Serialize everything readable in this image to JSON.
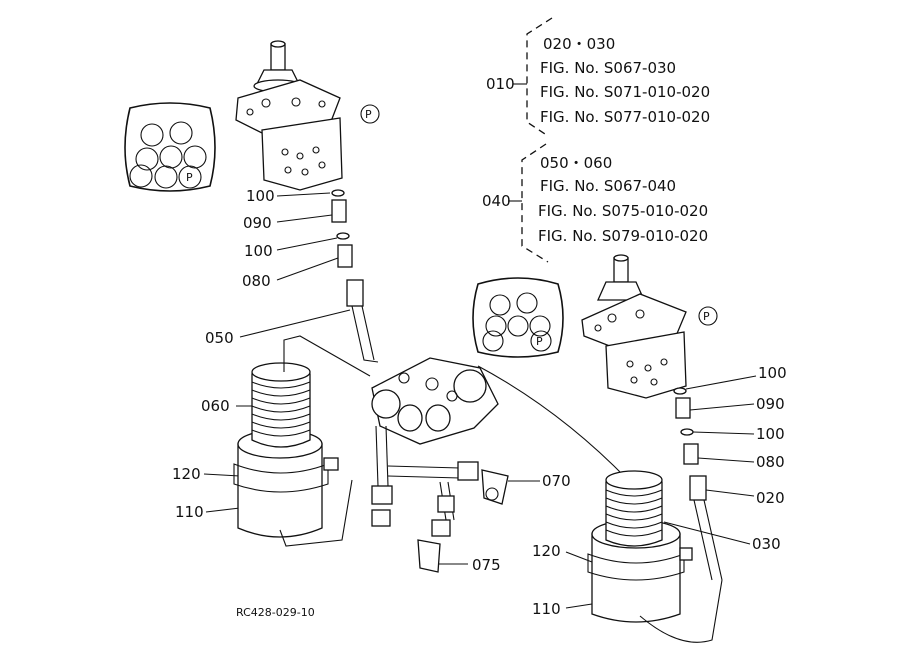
{
  "groups": {
    "g010": {
      "code": "010",
      "refs": [
        "020・030",
        "FIG. No. S067-030",
        "FIG. No. S071-010-020",
        "FIG. No. S077-010-020"
      ]
    },
    "g040": {
      "code": "040",
      "refs": [
        "050・060",
        "FIG. No. S067-040",
        "FIG. No. S075-010-020",
        "FIG. No. S079-010-020"
      ]
    }
  },
  "callouts": {
    "left_100_a": "100",
    "left_090": "090",
    "left_100_b": "100",
    "left_080": "080",
    "left_050": "050",
    "left_060": "060",
    "left_120": "120",
    "left_110": "110",
    "mid_070": "070",
    "mid_075": "075",
    "right_100_a": "100",
    "right_090": "090",
    "right_100_b": "100",
    "right_080": "080",
    "right_020": "020",
    "right_030": "030",
    "right_120": "120",
    "right_110": "110"
  },
  "port_marker": "P",
  "drawing_id": "RC428-029-10"
}
